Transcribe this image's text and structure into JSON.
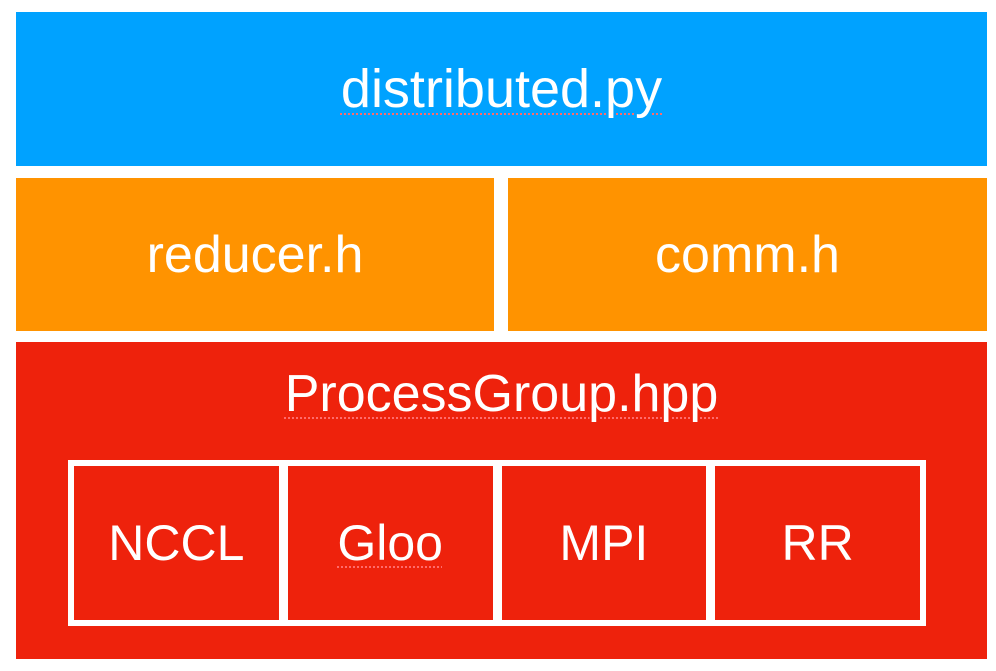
{
  "diagram": {
    "top_layer": {
      "label": "distributed.py"
    },
    "middle_layer": {
      "left": {
        "label": "reducer.h"
      },
      "right": {
        "label": "comm.h"
      }
    },
    "bottom_layer": {
      "title": "ProcessGroup.hpp",
      "backends": [
        {
          "label": "NCCL"
        },
        {
          "label": "Gloo"
        },
        {
          "label": "MPI"
        },
        {
          "label": "RR"
        }
      ]
    }
  },
  "colors": {
    "top": "#00a2ff",
    "middle": "#ff9300",
    "bottom": "#ee220c",
    "text": "#ffffff",
    "background": "#ffffff"
  }
}
